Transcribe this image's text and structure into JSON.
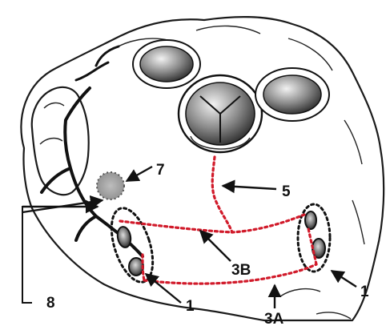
{
  "labels": {
    "l7": "7",
    "l5": "5",
    "l3b": "3B",
    "l1_left": "1",
    "l1_right": "1",
    "l3a": "3A",
    "l8": "8"
  },
  "colors": {
    "dotted_path": "#d11a2a",
    "outline": "#1a1a1a",
    "vessel_dark": "#111111"
  },
  "icons": {
    "valve": "valve-icon",
    "orifice": "orifice-icon"
  }
}
